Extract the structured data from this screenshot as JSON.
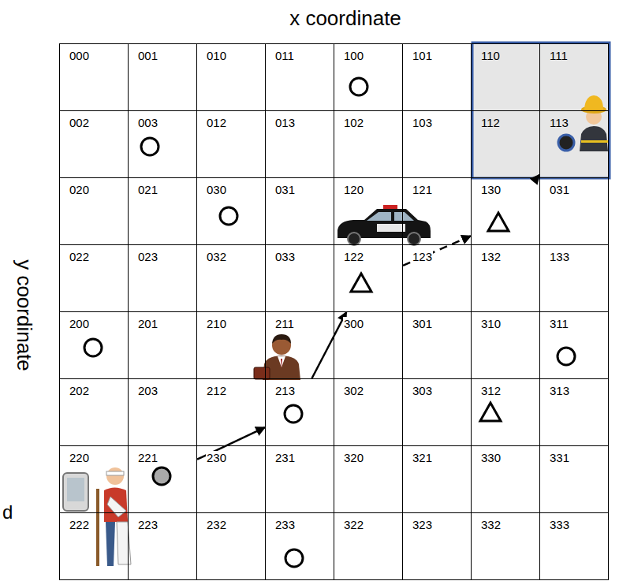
{
  "diagram": {
    "title": "x coordinate",
    "nodes": [
      {
        "text": [
          "000"
        ]
      },
      {
        "text": [
          "001"
        ]
      },
      {
        "text": [
          "010"
        ]
      },
      {
        "text": [
          "011"
        ]
      },
      {
        "text": [
          "100"
        ]
      },
      {
        "text": [
          "101"
        ]
      },
      {
        "text": [
          "110"
        ]
      },
      {
        "text": [
          "111"
        ]
      },
      {
        "text": [
          "002"
        ]
      },
      {
        "text": [
          "003"
        ]
      },
      {
        "text": [
          "012"
        ]
      },
      {
        "text": [
          "013"
        ]
      },
      {
        "text": [
          "102"
        ]
      },
      {
        "text": [
          "103"
        ]
      },
      {
        "text": [
          "112"
        ]
      },
      {
        "text": [
          "113"
        ]
      },
      {
        "text": [
          "020"
        ]
      },
      {
        "text": [
          "021"
        ]
      },
      {
        "text": [
          "030"
        ]
      },
      {
        "text": [
          "031"
        ]
      },
      {
        "text": [
          "120"
        ]
      },
      {
        "text": [
          "121"
        ]
      },
      {
        "text": [
          "130"
        ]
      },
      {
        "text": [
          "031"
        ]
      },
      {
        "text": [
          "022"
        ]
      },
      {
        "text": [
          "023"
        ]
      },
      {
        "text": [
          "032"
        ]
      },
      {
        "text": [
          "033"
        ]
      },
      {
        "text": [
          "122"
        ]
      },
      {
        "text": [
          "123"
        ]
      },
      {
        "text": [
          "132"
        ]
      },
      {
        "text": [
          "133"
        ]
      },
      {
        "text": [
          "200"
        ]
      },
      {
        "text": [
          "201"
        ]
      },
      {
        "text": [
          "210"
        ]
      },
      {
        "text": [
          "211"
        ]
      },
      {
        "text": [
          "300"
        ]
      },
      {
        "text": [
          "301"
        ]
      },
      {
        "text": [
          "310"
        ]
      },
      {
        "text": [
          "311"
        ]
      },
      {
        "text": [
          "202"
        ]
      },
      {
        "text": [
          "203"
        ]
      },
      {
        "text": [
          "212"
        ]
      },
      {
        "text": [
          "213"
        ]
      },
      {
        "text": [
          "302"
        ]
      },
      {
        "text": [
          "303"
        ]
      },
      {
        "text": [
          "312"
        ]
      },
      {
        "text": [
          "313"
        ]
      },
      {
        "text": [
          "220"
        ]
      },
      {
        "text": [
          "221"
        ]
      },
      {
        "text": [
          "230"
        ]
      },
      {
        "text": [
          "231"
        ]
      },
      {
        "text": [
          "320"
        ]
      },
      {
        "text": [
          "321"
        ]
      },
      {
        "text": [
          "330"
        ]
      },
      {
        "text": [
          "331"
        ]
      },
      {
        "text": [
          "222"
        ]
      },
      {
        "text": [
          "223"
        ]
      },
      {
        "text": [
          "232"
        ]
      },
      {
        "text": [
          "233"
        ]
      },
      {
        "text": [
          "322"
        ]
      },
      {
        "text": [
          "323"
        ]
      },
      {
        "text": [
          "332"
        ]
      },
      {
        "text": [
          "333"
        ]
      }
    ],
    "edges": [
      {
        "from": 49,
        "to": 43,
        "arrow": "to"
      },
      {
        "from": 43,
        "to": 28,
        "arrow": "to"
      },
      {
        "from": 28,
        "to": 22,
        "arrow": "to"
      },
      {
        "from": 22,
        "to": 15,
        "arrow": "to"
      }
    ],
    "labels": [
      "y coordinate",
      "d"
    ]
  }
}
